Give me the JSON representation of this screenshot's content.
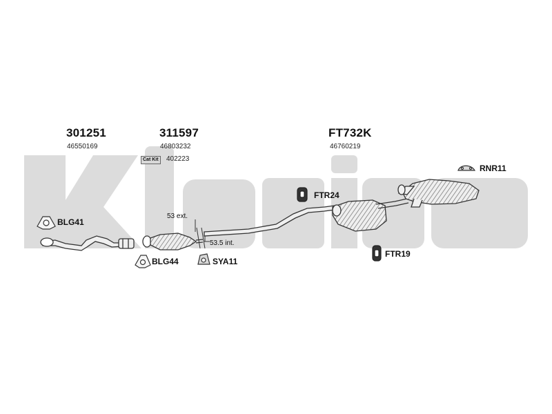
{
  "watermark": {
    "text": "klarius",
    "color": "#dcdcdc"
  },
  "groups": [
    {
      "part_no": "301251",
      "oe_no": "46550169"
    },
    {
      "part_no": "311597",
      "oe_no": "46803232"
    },
    {
      "part_no": "FT732K",
      "oe_no": "46760219"
    }
  ],
  "cat_kit": {
    "badge": "Cat Kit",
    "code": "402223"
  },
  "fittings": [
    {
      "code": "BLG41"
    },
    {
      "code": "BLG44"
    },
    {
      "code": "SYA11"
    },
    {
      "code": "FTR24"
    },
    {
      "code": "FTR19"
    },
    {
      "code": "RNR11"
    }
  ],
  "dimensions": {
    "ext": "53 ext.",
    "int": "53.5 int."
  },
  "colors": {
    "line": "#333333",
    "fill": "#e6e6e6",
    "hatch": "#777777"
  }
}
